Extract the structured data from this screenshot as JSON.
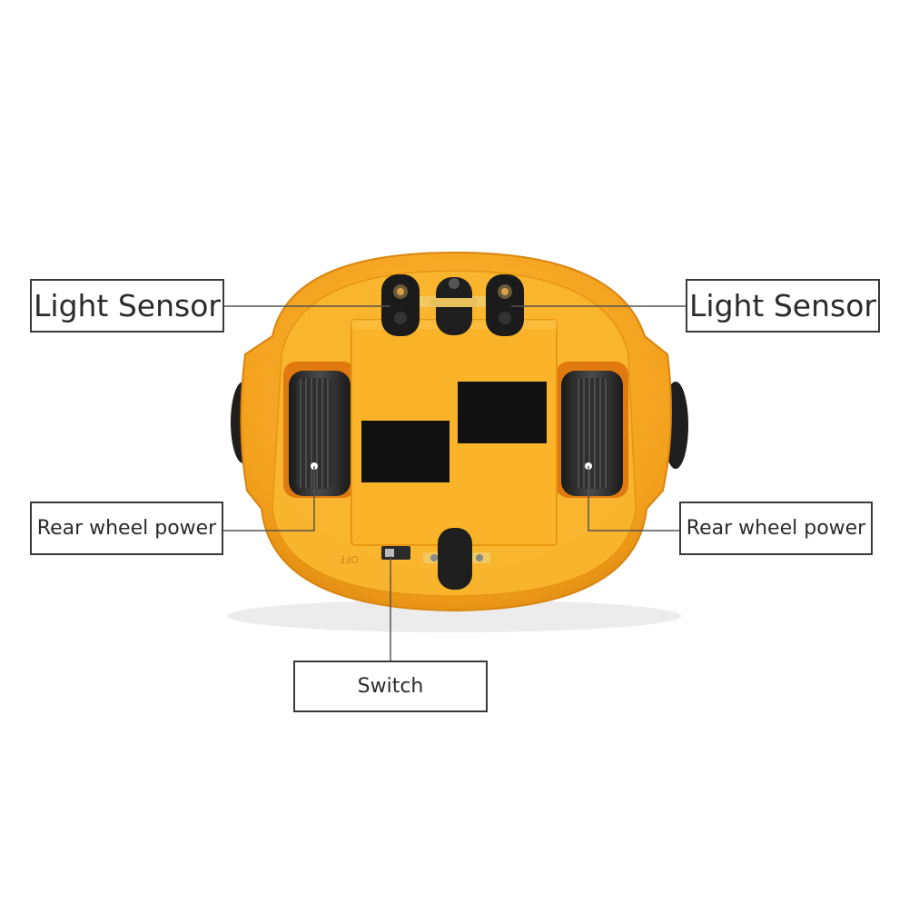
{
  "labels": {
    "light_sensor_left": "Light Sensor",
    "light_sensor_right": "Light Sensor",
    "rear_wheel_power_left": "Rear wheel power",
    "rear_wheel_power_right": "Rear wheel power",
    "switch": "Switch"
  },
  "body_marking": "OFF",
  "colors": {
    "robot_body": "#f5a623",
    "robot_face": "#f8b52c",
    "tire": "#2a2a2a",
    "line": "#555555"
  }
}
